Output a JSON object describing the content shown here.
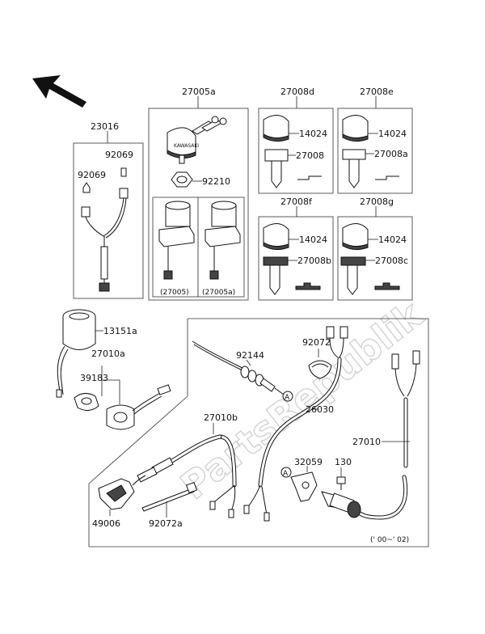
{
  "watermark": "PartsRepublik",
  "labels": {
    "p23016": "23016",
    "p92069a": "92069",
    "p92069b": "92069",
    "p27005a_top": "27005a",
    "p92210": "92210",
    "cap27005": "(27005)",
    "cap27005a": "(27005a)",
    "p27008d": "27008d",
    "p14024_d": "14024",
    "p27008": "27008",
    "p27008e": "27008e",
    "p14024_e": "14024",
    "p27008a": "27008a",
    "p27008f": "27008f",
    "p14024_f": "14024",
    "p27008b": "27008b",
    "p27008g": "27008g",
    "p14024_g": "14024",
    "p27008c": "27008c",
    "p13151a": "13151a",
    "p27010a": "27010a",
    "p39183": "39183",
    "p92144": "92144",
    "p92072": "92072",
    "p26030": "26030",
    "p27010b": "27010b",
    "p27010": "27010",
    "p32059": "32059",
    "p130": "130",
    "p49006": "49006",
    "p92072a": "92072a",
    "year": "(' 00~' 02)",
    "refA1": "A",
    "refA2": "A"
  }
}
